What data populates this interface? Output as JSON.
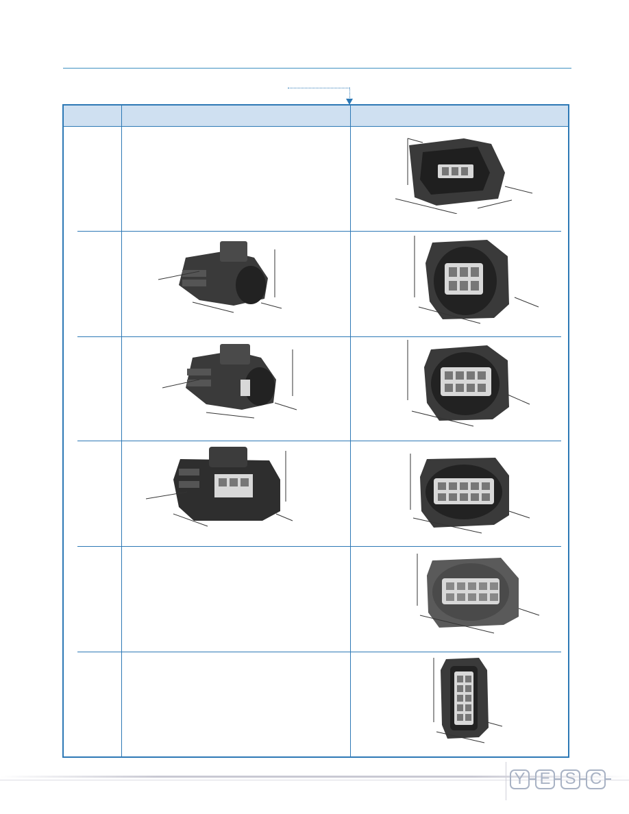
{
  "header": {
    "rule_color": "#3d8fc0"
  },
  "table": {
    "border_color": "#2c78b5",
    "header_bg": "#cfe0f1",
    "columns": [
      {
        "label": ""
      },
      {
        "label": ""
      },
      {
        "label": ""
      }
    ],
    "rows": [
      {
        "id": "1",
        "cell_label": "",
        "has_male_connector": false,
        "female_image": "female-connector-6-pin"
      },
      {
        "id": "2",
        "cell_label": "",
        "has_male_connector": true,
        "male_image": "male-connector-angled",
        "female_image": "female-connector-6-pin-tall"
      },
      {
        "id": "3",
        "cell_label": "",
        "has_male_connector": true,
        "male_image": "male-connector-angled",
        "female_image": "female-connector-8-pin"
      },
      {
        "id": "4",
        "cell_label": "",
        "has_male_connector": true,
        "male_image": "male-connector-front",
        "female_image": "female-connector-10-pin"
      },
      {
        "id": "5",
        "cell_label": "",
        "has_male_connector": false,
        "female_image": "female-connector-10-pin-grey"
      },
      {
        "id": "6",
        "cell_label": "",
        "has_male_connector": false,
        "female_image": "female-connector-vertical-10-pin"
      }
    ]
  },
  "footer": {
    "logo_letters": [
      "Y",
      "E",
      "S",
      "C"
    ],
    "logo_color": "#a8b2c4"
  }
}
